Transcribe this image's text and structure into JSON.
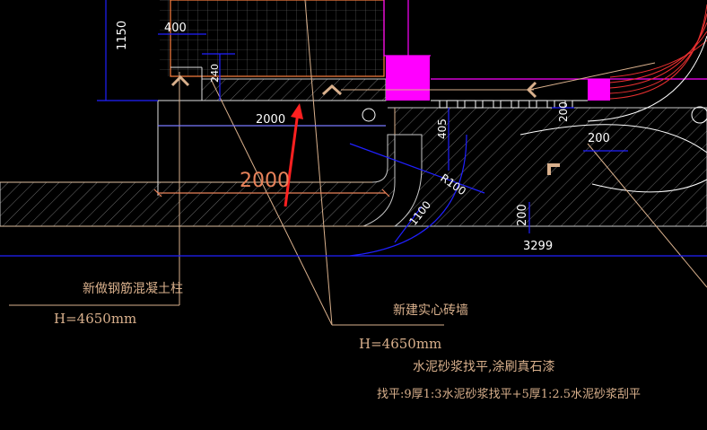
{
  "dims": {
    "d1150": "1150",
    "d400": "400",
    "d240": "240",
    "d2000_small": "2000",
    "d2000_big": "2000",
    "d405": "405",
    "r100": "R100",
    "d1100": "1100",
    "d200_a": "200",
    "d200_b": "200",
    "d200_c": "200",
    "d3299": "3299"
  },
  "labels": {
    "column_name": "新做钢筋混凝土柱",
    "column_height": "H=4650mm",
    "wall_name": "新建实心砖墙",
    "wall_height": "H=4650mm",
    "finish_line1": "水泥砂浆找平,涂刷真石漆",
    "finish_line2": "找平:9厚1:3水泥砂浆找平+5厚1:2.5水泥砂浆刮平"
  },
  "colors": {
    "background": "#000000",
    "magenta": "#ff00ff",
    "blue": "#2020ff",
    "red": "#ff2020",
    "orange": "#e8825a",
    "tan": "#d9b08c",
    "white": "#ffffff"
  },
  "icons": {
    "chevron_up_1": "chevron-up-icon",
    "chevron_up_2": "chevron-up-icon",
    "chevron_left": "chevron-left-icon",
    "corner_marker": "corner-marker-icon",
    "arrow": "red-arrow-icon"
  }
}
